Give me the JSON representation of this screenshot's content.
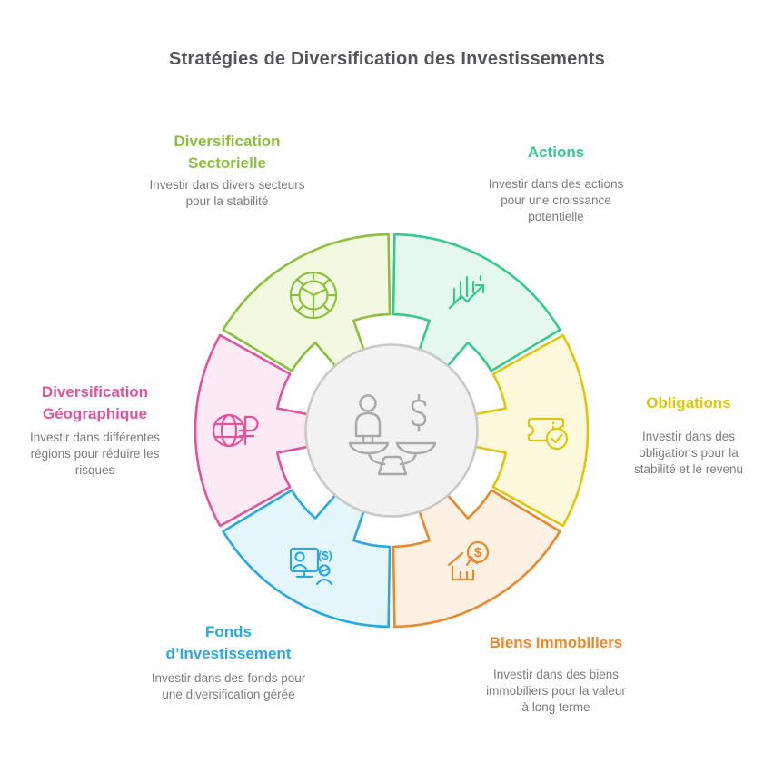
{
  "title": {
    "text": "Stratégies de Diversification des Investissements",
    "color": "#55565A"
  },
  "palette": {
    "background": "#FFFFFF",
    "muted_text": "#7B7C7F"
  },
  "center": {
    "icon": "balance-scale-icon",
    "fill": "#F2F2F2",
    "stroke": "#C8C8C8",
    "icon_color": "#A9A9A9"
  },
  "segments": [
    {
      "id": "sectorielle",
      "label": "Diversification Sectorielle",
      "description": "Investir dans divers secteurs pour la stabilité",
      "color": "#8BC03C",
      "fill": "#F3F9E1",
      "icon": "pie-wheel-icon",
      "mid_angle": -120
    },
    {
      "id": "actions",
      "label": "Actions",
      "description": "Investir dans des actions pour une croissance potentielle",
      "color": "#36C98D",
      "fill": "#E4F8EE",
      "icon": "stock-growth-icon",
      "mid_angle": -60
    },
    {
      "id": "obligations",
      "label": "Obligations",
      "description": "Investir dans des obligations pour la stabilité et le revenu",
      "color": "#E0C60A",
      "fill": "#FBF8DC",
      "icon": "ticket-check-icon",
      "mid_angle": 0
    },
    {
      "id": "immobilier",
      "label": "Biens Immobiliers",
      "description": "Investir dans des biens immobiliers pour la valeur à long terme",
      "color": "#E8892B",
      "fill": "#FCF0E2",
      "icon": "house-dollar-icon",
      "mid_angle": 60
    },
    {
      "id": "fonds",
      "label": "Fonds d’Investissement",
      "description": "Investir dans des fonds pour une diversification gérée",
      "color": "#29A9E1",
      "fill": "#E4F5FC",
      "icon": "monitor-fund-icon",
      "mid_angle": 120
    },
    {
      "id": "geographique",
      "label": "Diversification Géographique",
      "description": "Investir dans différentes régions pour réduire les risques",
      "color": "#E2539E",
      "fill": "#FBE9F3",
      "icon": "globe-currency-icon",
      "mid_angle": 180
    }
  ]
}
